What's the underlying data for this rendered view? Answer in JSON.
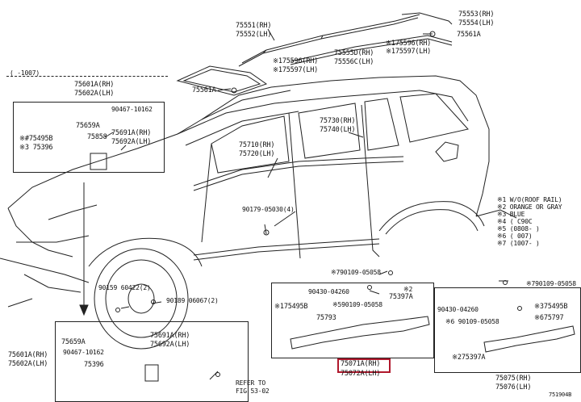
{
  "labels": {
    "roof_rail_rh": "75551(RH)",
    "roof_rail_lh": "75552(LH)",
    "rear_rail_rh": "75553(RH)",
    "rear_rail_lh": "75554(LH)",
    "clip_75561a_top": "75561A",
    "clip_75561a_roof": "75561A",
    "cover_rh": "75555D(RH)",
    "cover_lh": "75556C(LH)",
    "k175596_rh": "※175596(RH)",
    "k175597_lh": "※175597(LH)",
    "k175596_rh_b": "※175596(RH)",
    "k175597_lh_b": "※175597(LH)",
    "date_range": "(     -1007)",
    "box1_rh": "75601A(RH)",
    "box1_lh": "75602A(LH)",
    "screw_90467": "90467-10162",
    "clip_75659a": "75659A",
    "clip_75691a": "75691A(RH)",
    "clip_75692a": "75692A(LH)",
    "clip_75858": "75858",
    "clip_75495b": "※#75495B",
    "clip_75396": "※3 75396",
    "front_door_rh": "75710(RH)",
    "front_door_lh": "75720(LH)",
    "rear_door_rh": "75730(RH)",
    "rear_door_lh": "75740(LH)",
    "clip_90179": "90179-05030(4)",
    "clip_90159": "90159 60422(2)",
    "clip_90189": "90189 06067(2)",
    "clip_90109_1": "※790109-05058",
    "clip_90430_1": "90430-04260",
    "clip_75397a_1": "※2\n75397A",
    "clip_75495b_2": "※175495B",
    "clip_90109_2": "※590109-05058",
    "clip_75793": "75793",
    "main_rh": "75071A(RH)",
    "main_lh": "75072A(LH)",
    "box3_rh": "75601A(RH)",
    "box3_lh": "75602A(LH)",
    "box3_75659a": "75659A",
    "box3_90467": "90467-10162",
    "box3_75691a": "75691A(RH)",
    "box3_75692a": "75692A(LH)",
    "box3_75396": "75396",
    "refer_to": "REFER TO",
    "refer_fig": "FIG 53-02",
    "r_90109": "※790109-05058",
    "r_90430": "90430-04260",
    "r_75495b": "※375495B",
    "r_90109b": "※6 90109-05058",
    "r_75797": "※675797",
    "r_75397a": "※275397A",
    "r_rh": "75075(RH)",
    "r_lh": "75076(LH)",
    "fig_id": "751904B"
  },
  "notes": [
    "※1 W/O(ROOF RAIL)",
    "※2 ORANGE OR GRAY",
    "※3 BLUE",
    "※4 (        C90C",
    "※5 (0808-       )",
    "※6 (           007)",
    "※7 (1007-       )"
  ]
}
